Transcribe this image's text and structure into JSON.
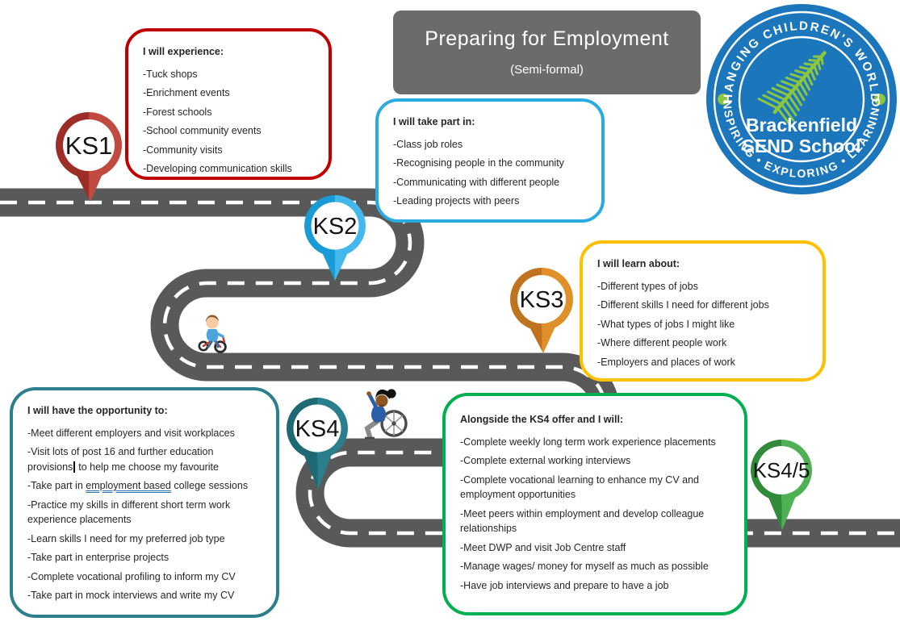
{
  "title_box": {
    "heading": "Preparing for Employment",
    "subheading": "(Semi-formal)",
    "bg": "#6D6A6A"
  },
  "logo": {
    "arc_top": "CHANGING CHILDREN'S WORLDS",
    "arc_bottom": "INSPIRING • EXPLORING • LEARNING",
    "school_line1": "Brackenfield",
    "school_line2": "SEND School",
    "badge_color": "#1B76BC",
    "fern_color": "#8CC63E"
  },
  "road": {
    "color": "#595959",
    "dash_color": "#FFFFFF"
  },
  "stages": [
    {
      "key": "ks1",
      "label": "KS1",
      "pin_dark": "#9C2D27",
      "pin_light": "#C14A40",
      "box_border": "#C00000",
      "box_heading": "I will experience:",
      "items": [
        "-Tuck shops",
        "-Enrichment events",
        "-Forest schools",
        "-School community events",
        "-Community visits",
        "-Developing communication skills"
      ]
    },
    {
      "key": "ks2",
      "label": "KS2",
      "pin_dark": "#189BD7",
      "pin_light": "#44B8EC",
      "box_border": "#29ABE2",
      "box_heading": "I will take part in:",
      "items": [
        "-Class job roles",
        "-Recognising people in the community",
        "-Communicating with different people",
        "-Leading projects with peers"
      ]
    },
    {
      "key": "ks3",
      "label": "KS3",
      "pin_dark": "#BF731E",
      "pin_light": "#E0902A",
      "box_border": "#FFC000",
      "box_heading": "I will learn about:",
      "items": [
        "-Different types of jobs",
        "-Different skills I need for different jobs",
        "-What types of jobs I might like",
        "-Where different people work",
        "-Employers and places of work"
      ]
    },
    {
      "key": "ks4",
      "label": "KS4",
      "pin_dark": "#1E6974",
      "pin_light": "#2B7F8D",
      "box_border": "#2E7F8E",
      "box_heading": "I will have the opportunity to:",
      "items": [
        "-Meet different employers and visit workplaces",
        {
          "pre": "-Visit lots of post 16 and further education provisions",
          "caret": true,
          "post": " to help me choose my favourite"
        },
        {
          "pre": "-Take part in ",
          "underline": "employment based",
          "post": " college sessions"
        },
        "-Practice my skills in different short term work experience placements",
        "-Learn skills I need for my preferred job type",
        "-Take part in enterprise projects",
        "-Complete vocational profiling to inform my CV",
        "-Take part in mock interviews and write my CV"
      ]
    },
    {
      "key": "ks45",
      "label": "KS4/5",
      "pin_dark": "#2F8A3A",
      "pin_light": "#4FB154",
      "box_border": "#00B050",
      "box_heading": "Alongside the KS4 offer and I will:",
      "items": [
        "-Complete weekly long term work experience placements",
        "-Complete external working interviews",
        "-Complete vocational learning to enhance my CV and employment opportunities",
        "-Meet peers within employment and develop colleague relationships",
        "-Meet DWP and visit Job Centre staff",
        "-Manage wages/ money for myself as much as possible",
        "-Have job interviews and prepare to have a job"
      ]
    }
  ]
}
